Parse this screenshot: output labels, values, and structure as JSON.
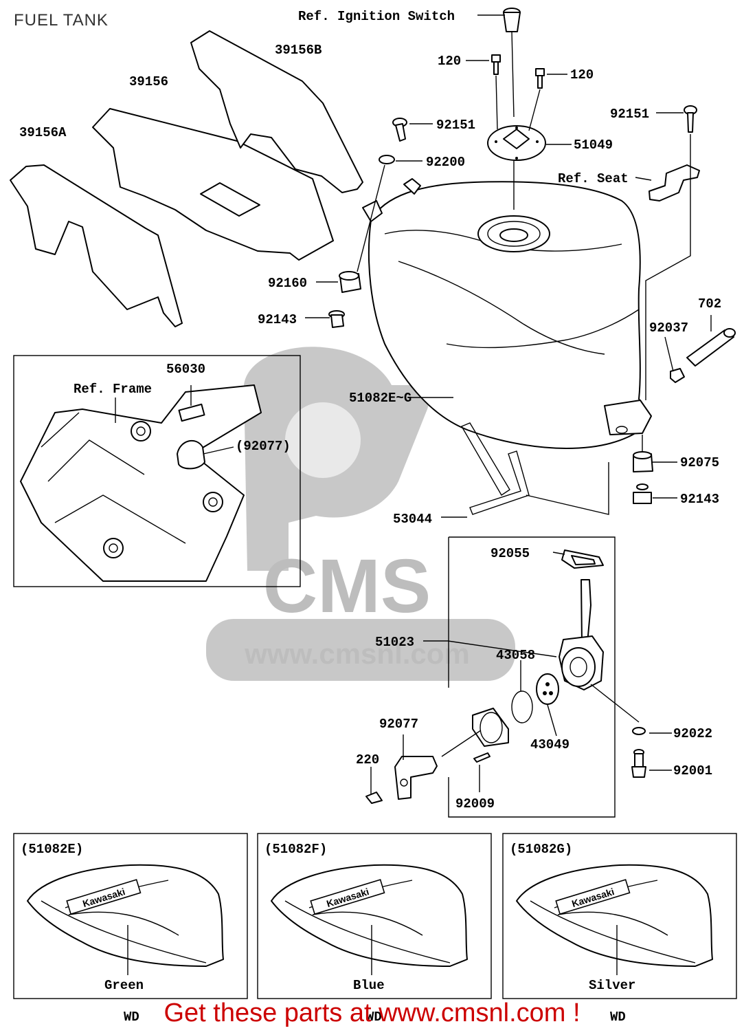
{
  "title": "FUEL TANK",
  "banner": "Get these parts at www.cmsnl.com !",
  "watermark": {
    "logo": "CMS",
    "url": "www.cmsnl.com"
  },
  "labels": {
    "ref_ignition": "Ref. Ignition Switch",
    "p120a": "120",
    "p120b": "120",
    "p92151a": "92151",
    "p92151b": "92151",
    "p51049": "51049",
    "p92200": "92200",
    "ref_seat": "Ref. Seat",
    "p39156B": "39156B",
    "p39156": "39156",
    "p39156A": "39156A",
    "p92160": "92160",
    "p92143a": "92143",
    "p702": "702",
    "p92037": "92037",
    "p56030": "56030",
    "ref_frame": "Ref. Frame",
    "p51082EG": "51082E~G",
    "p92077ref": "(92077)",
    "p92075": "92075",
    "p92143b": "92143",
    "p53044": "53044",
    "p92055": "92055",
    "p51023": "51023",
    "p43058": "43058",
    "p92077": "92077",
    "p220": "220",
    "p43049": "43049",
    "p92022": "92022",
    "p92001": "92001",
    "p92009": "92009"
  },
  "variants": [
    {
      "code": "(51082E)",
      "color": "Green",
      "brand": "Kawasaki"
    },
    {
      "code": "(51082F)",
      "color": "Blue",
      "brand": "Kawasaki"
    },
    {
      "code": "(51082G)",
      "color": "Silver",
      "brand": "Kawasaki"
    }
  ],
  "wd": "WD"
}
